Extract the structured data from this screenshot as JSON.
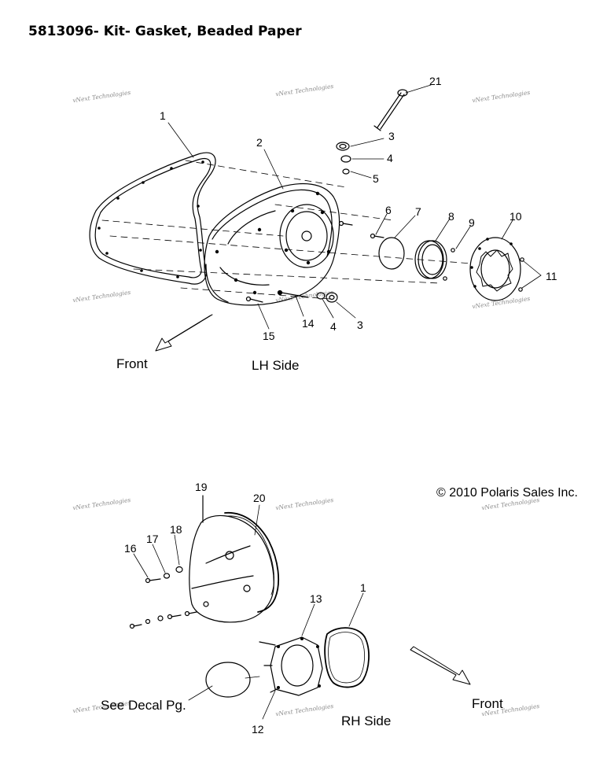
{
  "title": "5813096- Kit- Gasket, Beaded Paper",
  "copyright": "© 2010 Polaris Sales Inc.",
  "watermark": "vNext Technologies",
  "captions": {
    "front_top": "Front",
    "lh_side": "LH Side",
    "front_bottom": "Front",
    "rh_side": "RH Side",
    "see_decal": "See Decal Pg."
  },
  "callouts": {
    "c1_top": "1",
    "c2": "2",
    "c21": "21",
    "c3_top": "3",
    "c4_top": "4",
    "c5": "5",
    "c6": "6",
    "c7": "7",
    "c8": "8",
    "c9": "9",
    "c10": "10",
    "c11": "11",
    "c15": "15",
    "c14": "14",
    "c4_bottom": "4",
    "c3_bottom": "3",
    "c19": "19",
    "c20": "20",
    "c16": "16",
    "c17": "17",
    "c18": "18",
    "c13": "13",
    "c1_bottom": "1",
    "c12": "12"
  }
}
